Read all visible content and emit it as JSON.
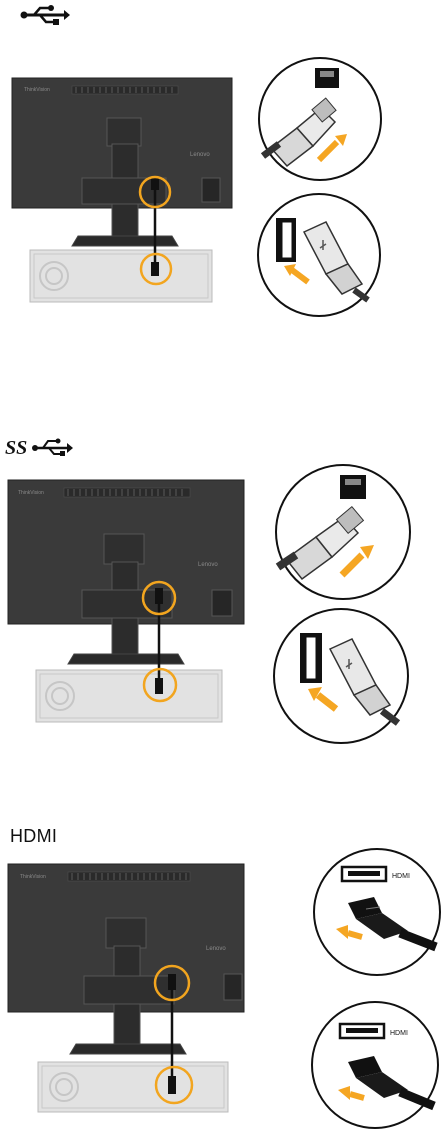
{
  "sections": [
    {
      "icon": "usb-icon",
      "heading": "",
      "monitor_brand": "ThinkVision",
      "monitor_logo": "Lenovo"
    },
    {
      "icon": "usb-superspeed-icon",
      "heading": "",
      "monitor_brand": "ThinkVision",
      "monitor_logo": "Lenovo"
    },
    {
      "icon": "hdmi-icon",
      "heading": "HDMI",
      "monitor_brand": "ThinkVision",
      "monitor_logo": "Lenovo",
      "port_label_top": "HDMI",
      "port_label_bottom": "HDMI"
    }
  ],
  "colors": {
    "monitor": "#3a3a3a",
    "monitor_dark": "#1e1e1e",
    "highlight": "#f2a51f",
    "pc": "#e2e2e2",
    "arrow": "#f5a623"
  }
}
